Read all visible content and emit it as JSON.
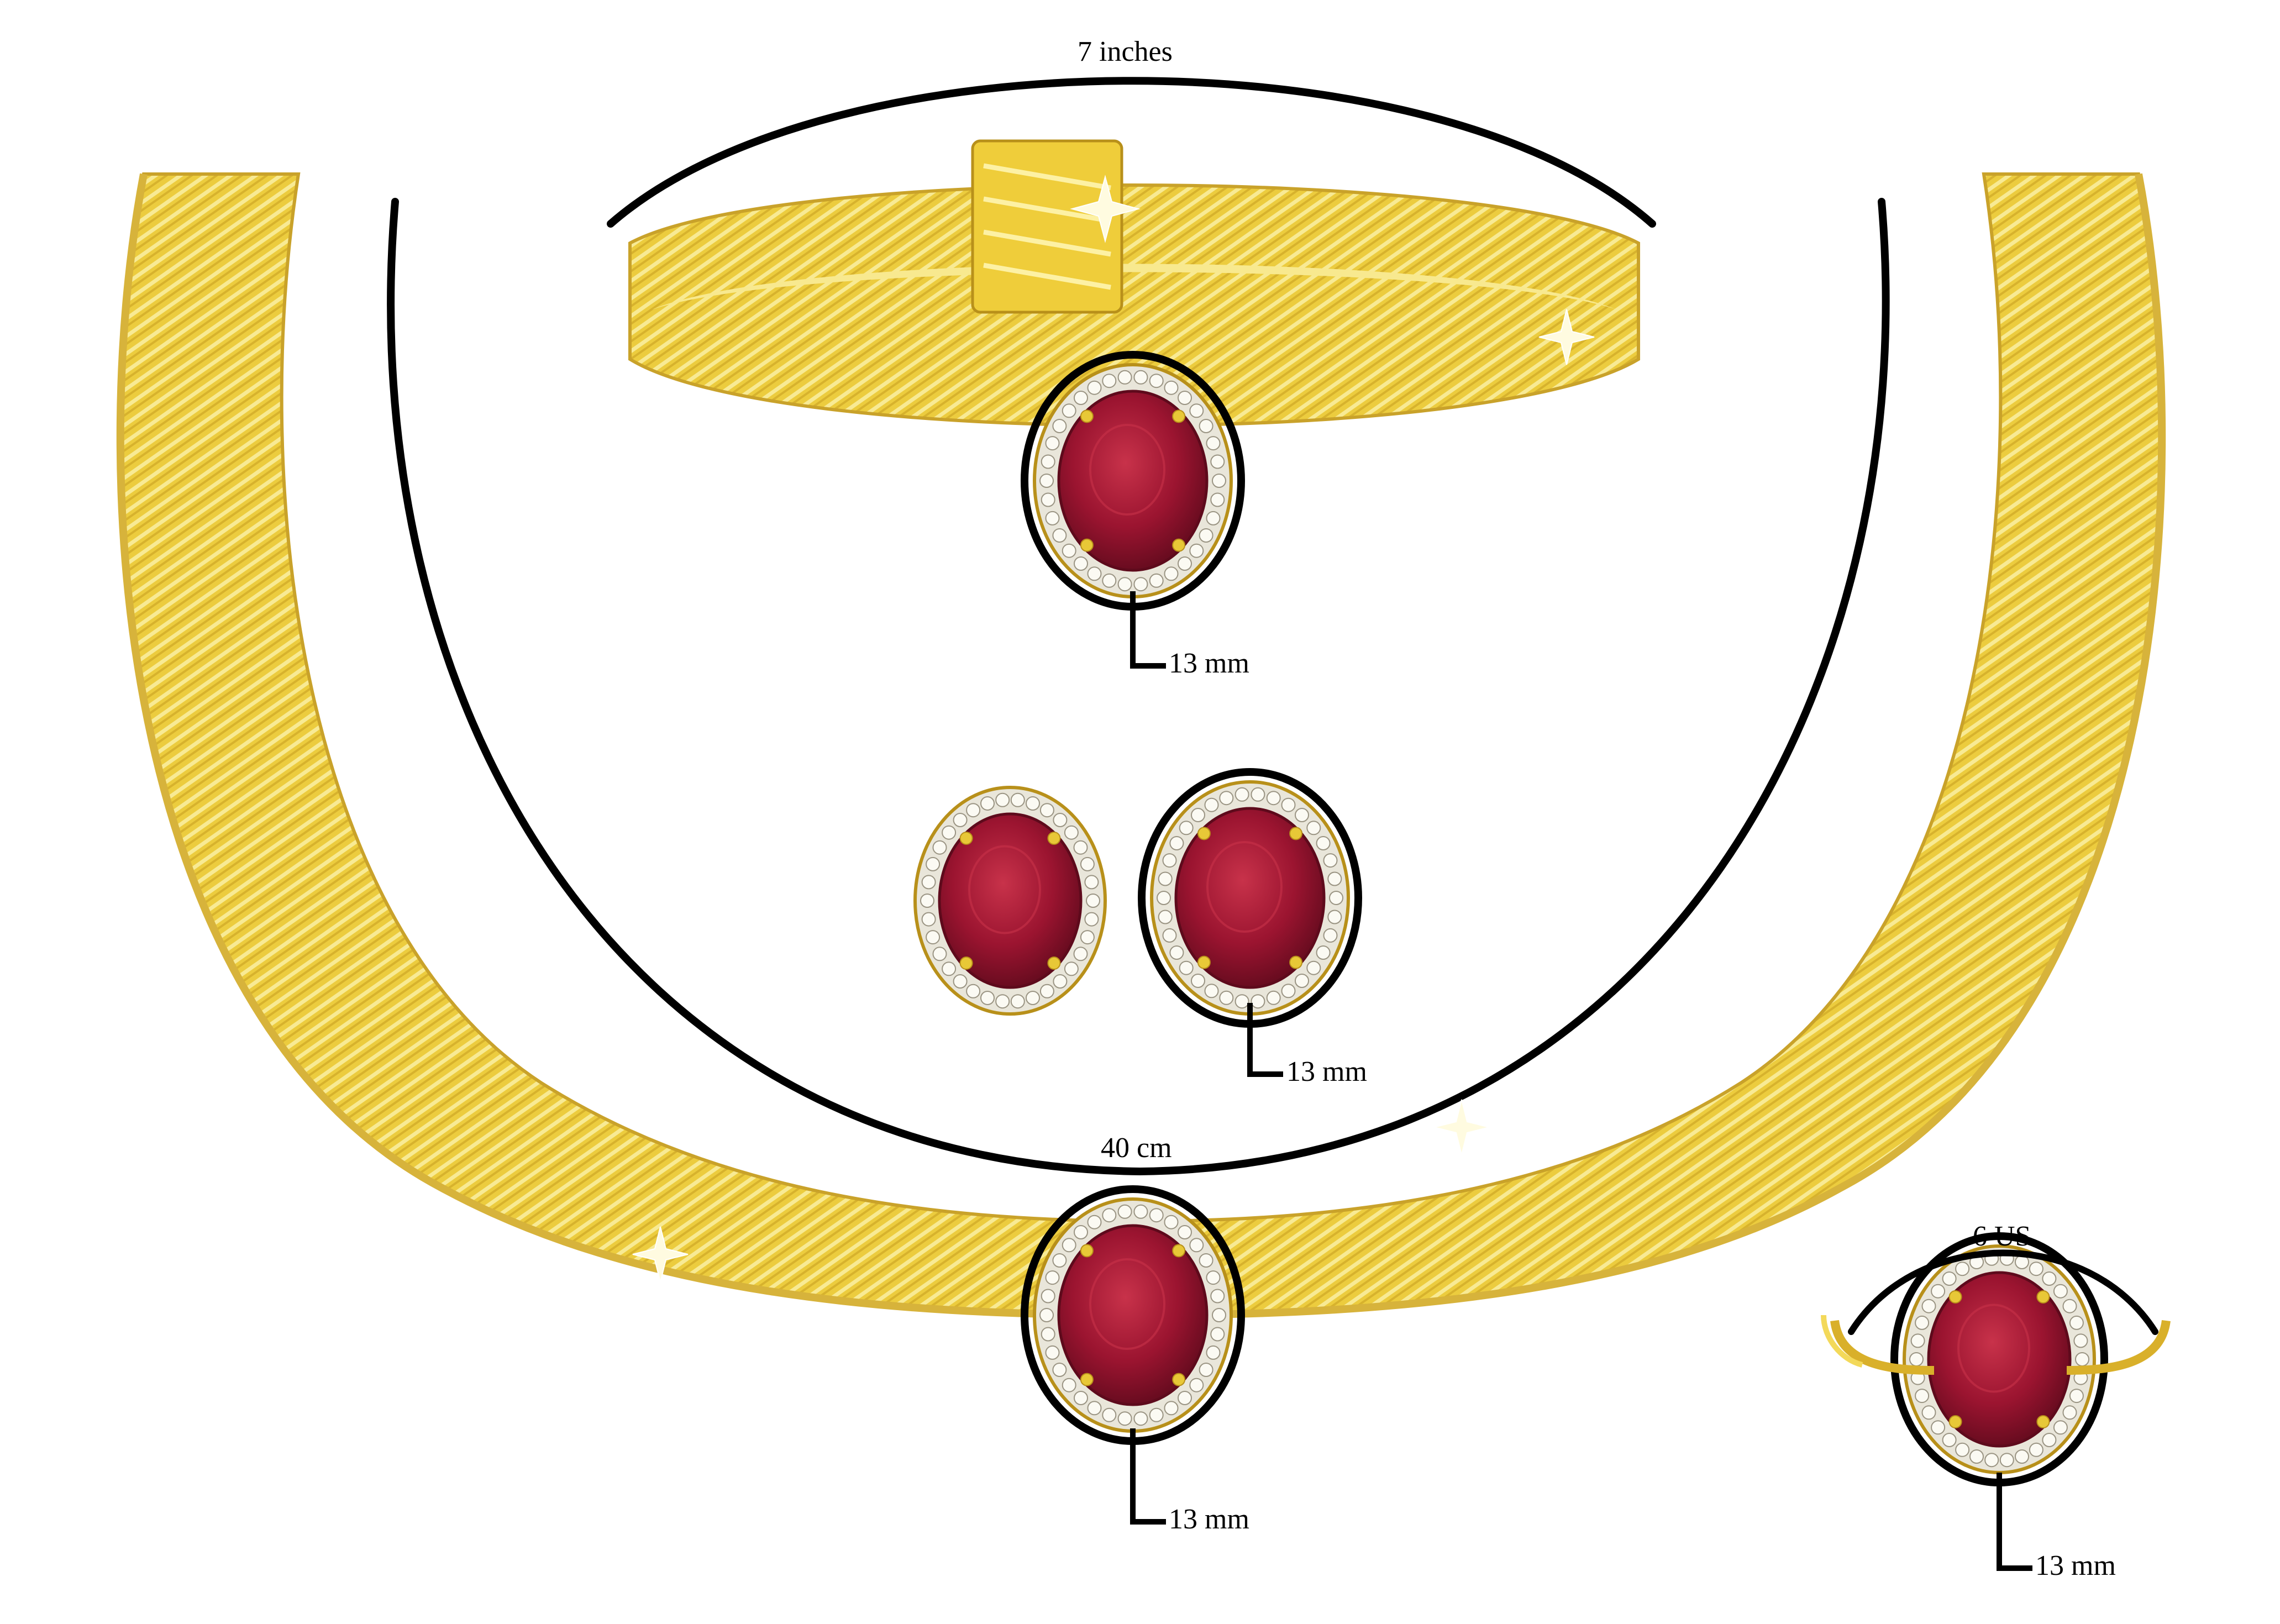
{
  "labels": {
    "bracelet_length": "7 inches",
    "bracelet_stone": "13 mm",
    "earring_stone": "13 mm",
    "necklace_length": "40 cm",
    "necklace_stone": "13 mm",
    "ring_size": "6 US",
    "ring_stone": "13 mm"
  },
  "colors": {
    "gold_light": "#f6e27a",
    "gold_mid": "#e8c837",
    "gold_dark": "#b8901a",
    "ruby_light": "#c8324a",
    "ruby_mid": "#9b1430",
    "ruby_dark": "#5e0a1c",
    "diamond": "#e9e6da",
    "outline": "#000000",
    "background": "#ffffff"
  }
}
